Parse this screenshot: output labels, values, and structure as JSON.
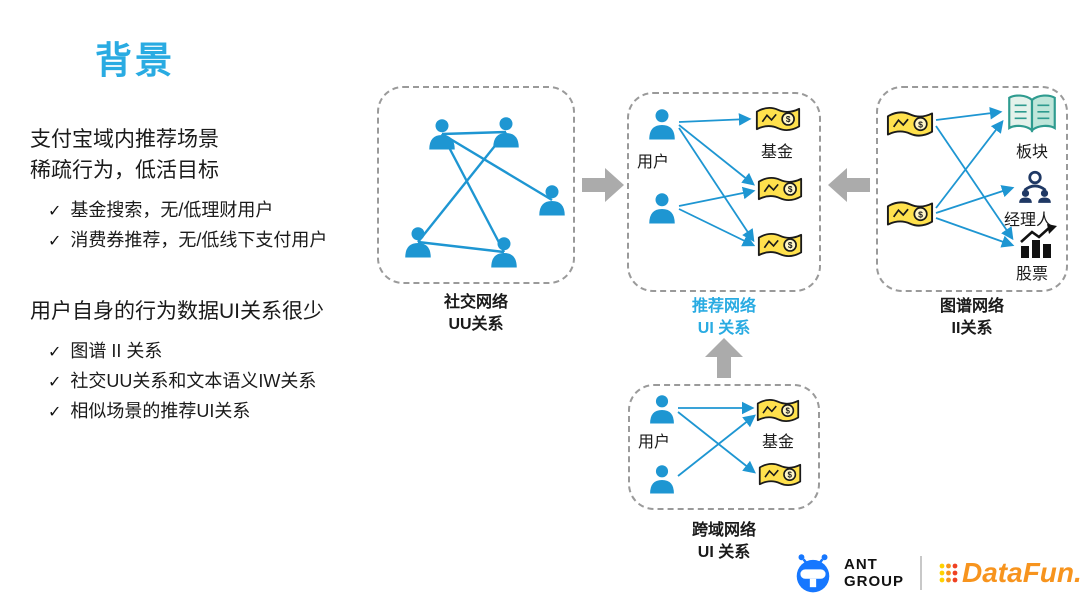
{
  "slide": {
    "title": "背景",
    "colors": {
      "accent_cyan": "#29ABE2",
      "node_blue": "#1E96D2",
      "fund_yellow": "#FFE14D",
      "arrow_gray": "#ABABAB",
      "border_gray": "#9A9A9A",
      "manager_navy": "#1F3864",
      "ant_blue": "#1677FF",
      "datafun_orange": "#F7941E"
    }
  },
  "left_text": {
    "check": "✓",
    "para1_line1": "支付宝域内推荐场景",
    "para1_line2": "稀疏行为，低活目标",
    "para1_bullets": [
      "基金搜索，无/低理财用户",
      "消费券推荐，无/低线下支付用户"
    ],
    "para2_title": "用户自身的行为数据UI关系很少",
    "para2_bullets": [
      "图谱 II 关系",
      "社交UU关系和文本语义IW关系",
      "相似场景的推荐UI关系"
    ]
  },
  "diagram": {
    "social": {
      "name": "社交网络",
      "rel": "UU关系"
    },
    "recommend": {
      "name": "推荐网络",
      "rel": "UI 关系",
      "user": "用户",
      "fund": "基金"
    },
    "graph": {
      "name": "图谱网络",
      "rel": "II关系",
      "items": [
        "板块",
        "经理人",
        "股票"
      ]
    },
    "cross": {
      "name": "跨域网络",
      "rel": "UI 关系",
      "user": "用户",
      "fund": "基金"
    }
  },
  "icons": {
    "person-icon": "👤",
    "fund-icon": "💵",
    "book-icon": "📖",
    "manager-icon": "👥",
    "stock-icon": "📈",
    "check-icon": "✓",
    "ant-logo": "🐜",
    "fund_dollar": "$"
  },
  "footer": {
    "ant_line1": "ANT",
    "ant_line2": "GROUP",
    "datafun": "DataFun."
  }
}
